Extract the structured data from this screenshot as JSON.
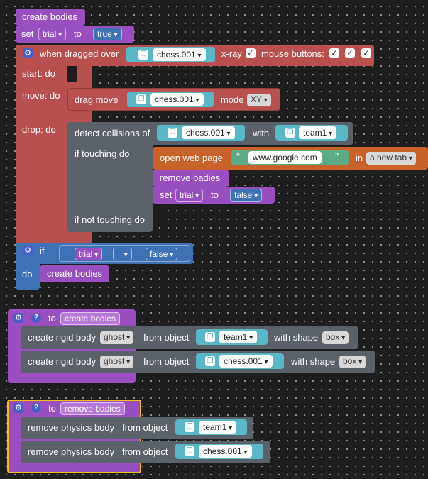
{
  "colors": {
    "purple": "#9a4fc1",
    "red": "#b85050",
    "blue": "#3d72b5",
    "dark": "#5b6168",
    "orange": "#c9622a",
    "teal": "#5ab8c6",
    "yellow": "#f2bf1a"
  },
  "top_stack": {
    "create_bodies_call": "create bodies",
    "set_label": "set",
    "set_var": "trial",
    "to_label": "to",
    "true_value": "true",
    "drag_event": {
      "label": "when dragged over",
      "object": "chess.001",
      "xray_label": "x-ray",
      "mouse_buttons_label": "mouse buttons:",
      "start_label": "start: do",
      "move_label": "move: do",
      "drop_label": "drop: do"
    },
    "drag_move": {
      "label": "drag move",
      "object": "chess.001",
      "mode_label": "mode",
      "mode_value": "XY"
    },
    "detect": {
      "label": "detect collisions of",
      "object": "chess.001",
      "with_label": "with",
      "target": "team1",
      "touching_label": "if touching do",
      "not_touching_label": "if not touching do"
    },
    "open_web": {
      "label": "open web page",
      "open_quote": "“",
      "url": "www.google.com",
      "close_quote": "”",
      "in_label": "in",
      "target": "a new tab"
    },
    "remove_badies_call": "remove badies",
    "set_false": {
      "set_label": "set",
      "var": "trial",
      "to_label": "to",
      "value": "false"
    },
    "if_block": {
      "if_label": "if",
      "var": "trial",
      "op": "=",
      "value": "false",
      "do_label": "do",
      "call": "create bodies"
    }
  },
  "func_create": {
    "to_label": "to",
    "name": "create bodies",
    "rows": [
      {
        "label": "create rigid body",
        "type": "ghost",
        "from_label": "from object",
        "object": "team1",
        "shape_label": "with shape",
        "shape": "box"
      },
      {
        "label": "create rigid body",
        "type": "ghost",
        "from_label": "from object",
        "object": "chess.001",
        "shape_label": "with shape",
        "shape": "box"
      }
    ]
  },
  "func_remove": {
    "to_label": "to",
    "name": "remove badies",
    "rows": [
      {
        "label": "remove physics body",
        "from_label": "from object",
        "object": "team1"
      },
      {
        "label": "remove physics body",
        "from_label": "from object",
        "object": "chess.001"
      }
    ]
  },
  "icons": {
    "gear": "⚙",
    "help": "?",
    "check": "✓",
    "object": "❒"
  }
}
